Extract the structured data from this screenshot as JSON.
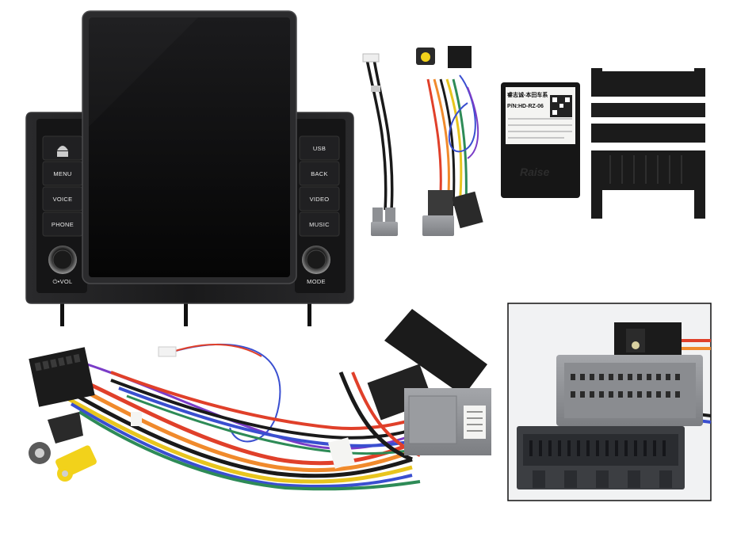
{
  "head_unit": {
    "left_buttons": [
      "MENU",
      "VOICE",
      "PHONE"
    ],
    "right_buttons": [
      "USB",
      "BACK",
      "VIDEO",
      "MUSIC"
    ],
    "left_knob_label": "⏻•VOL",
    "right_knob_label": "MODE"
  },
  "canbus_box": {
    "brand_line": "睿志诚-本田车系",
    "part_number": "P/N:HD-RZ-06",
    "logo": "Raise"
  },
  "colors": {
    "unit_body": "#1c1c1e",
    "screen": "#0a0a0a",
    "connector_gray": "#8e9094",
    "wire_red": "#e0402a",
    "wire_orange": "#f08a2c",
    "wire_blue": "#3a4fd0",
    "wire_yellow": "#e8c51e",
    "rca_yellow": "#f2d21b"
  }
}
